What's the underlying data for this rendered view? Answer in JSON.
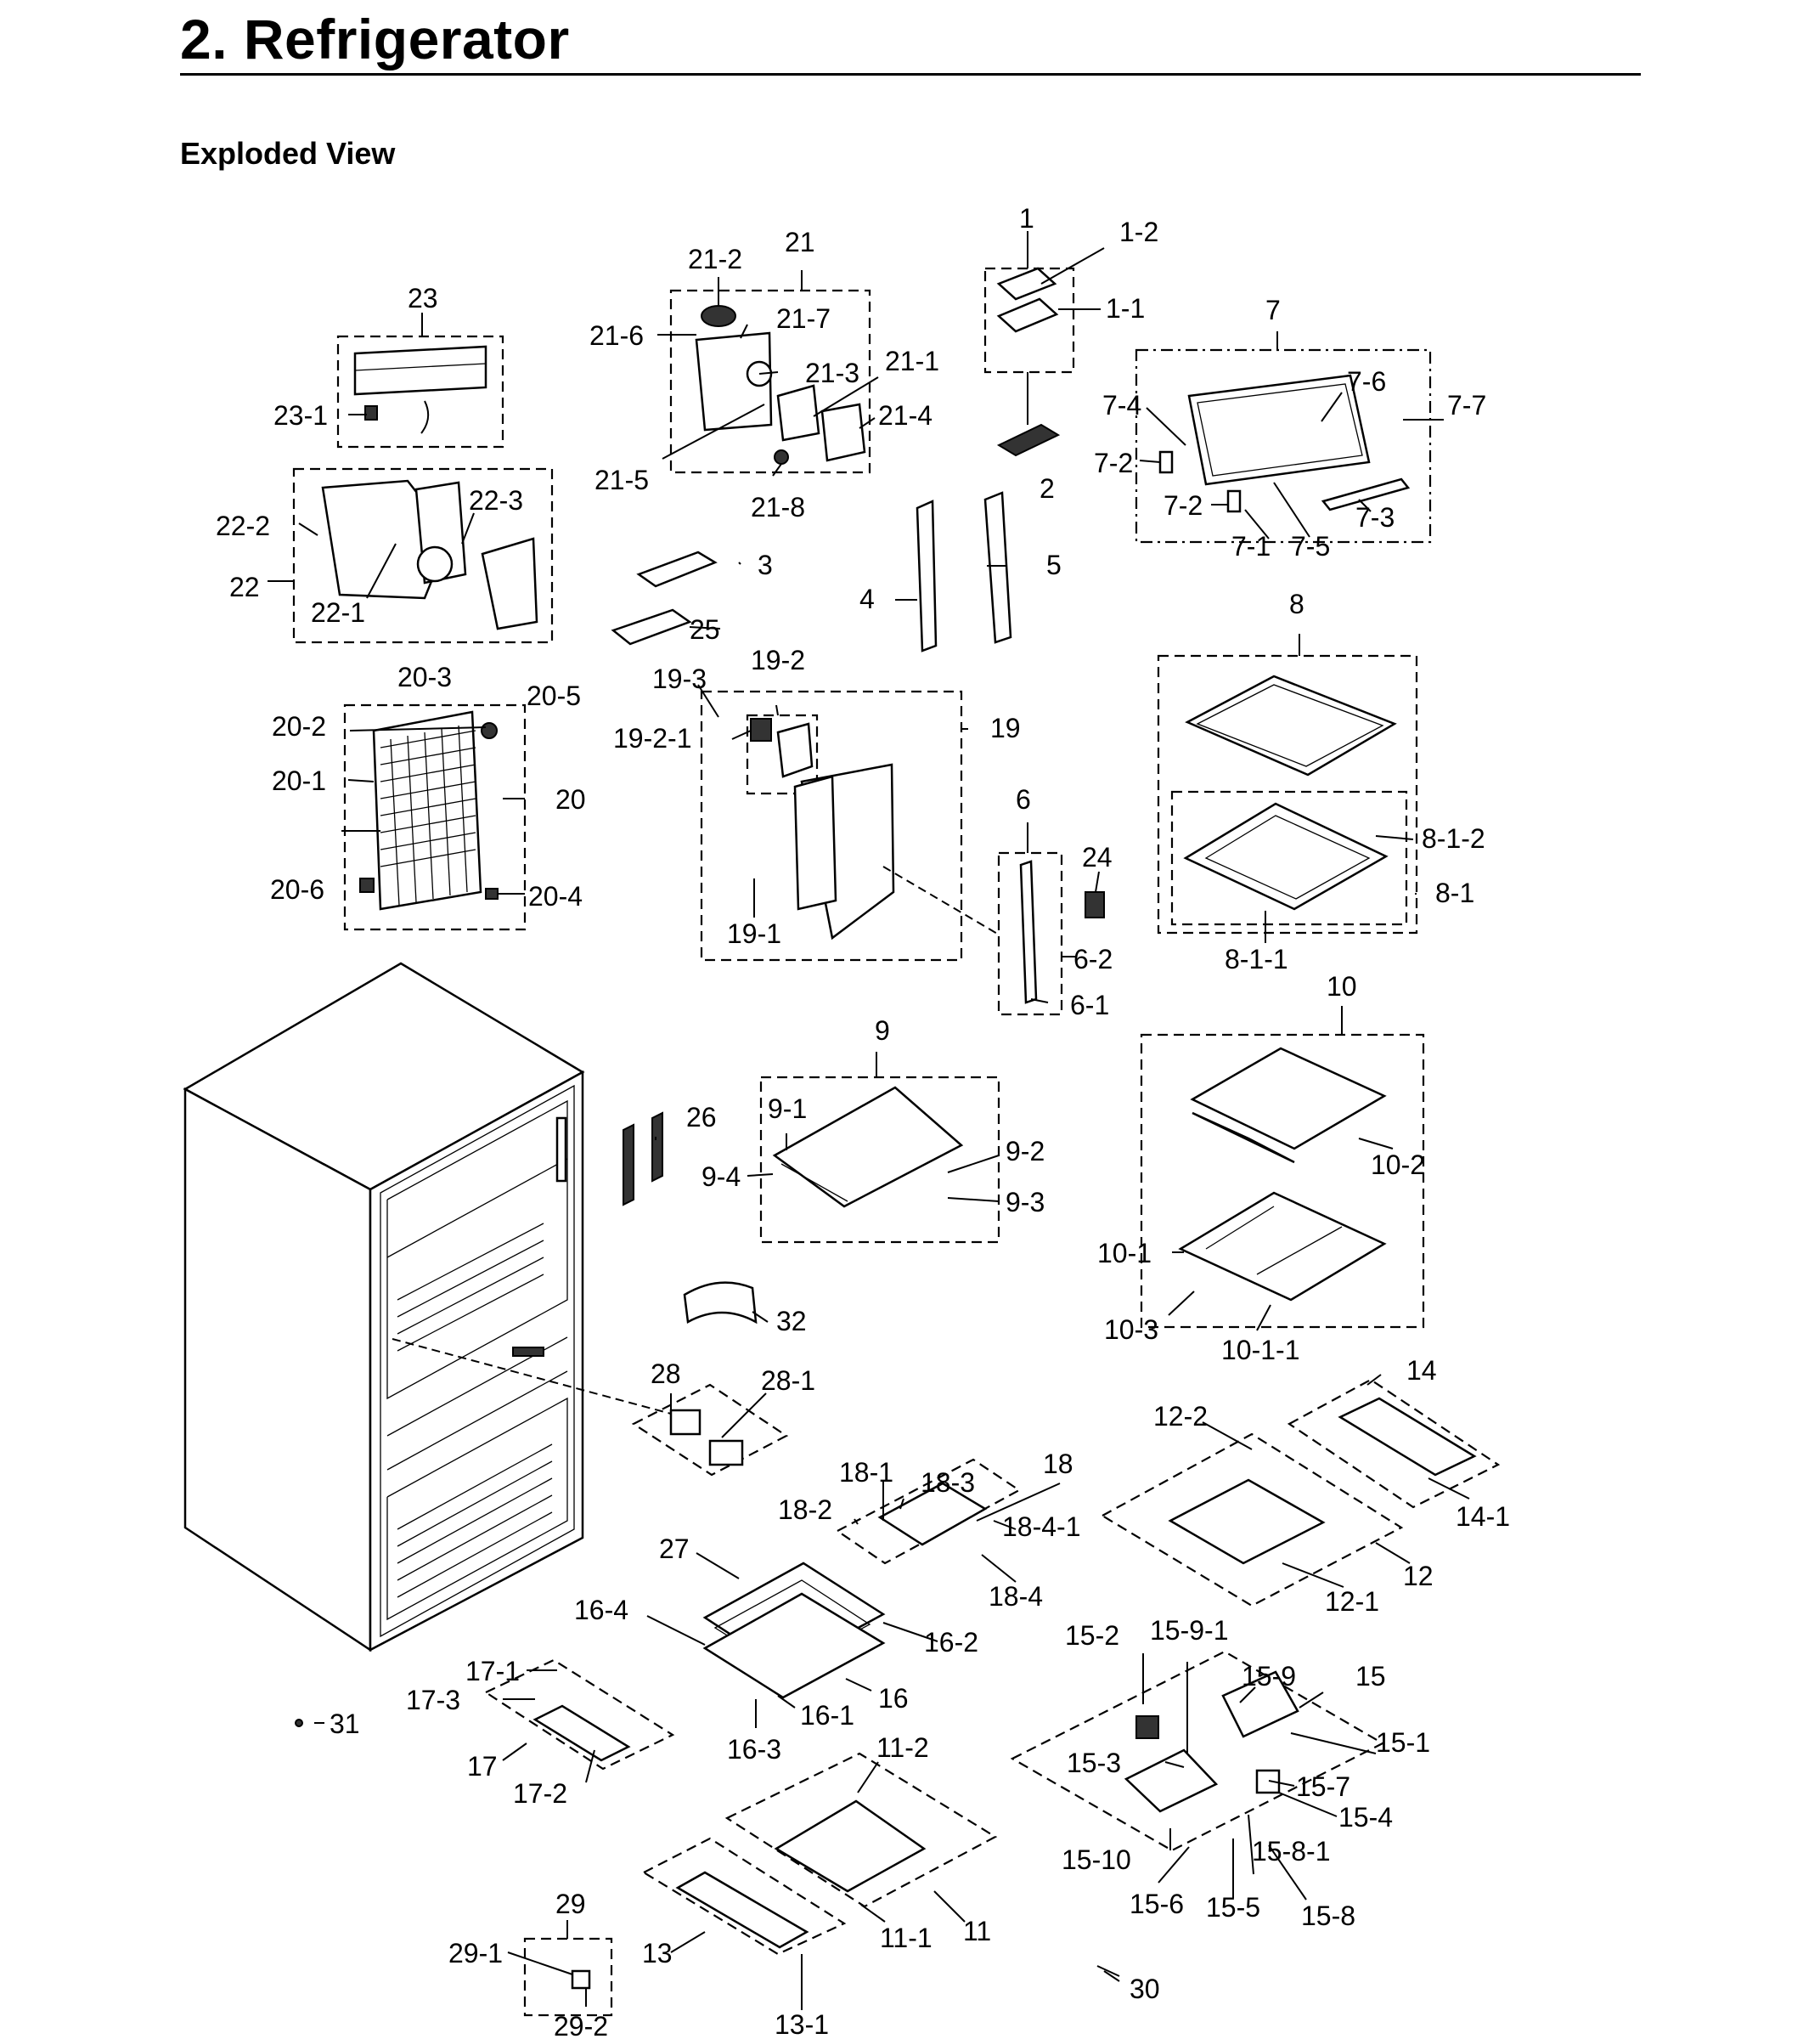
{
  "header": {
    "title": "2.  Refrigerator",
    "subtitle": "Exploded View"
  },
  "labels": {
    "l1": "1",
    "l1_1": "1-1",
    "l1_2": "1-2",
    "l2": "2",
    "l3": "3",
    "l4": "4",
    "l5": "5",
    "l6": "6",
    "l6_1": "6-1",
    "l6_2": "6-2",
    "l7": "7",
    "l7_1": "7-1",
    "l7_2a": "7-2",
    "l7_2b": "7-2",
    "l7_3": "7-3",
    "l7_4": "7-4",
    "l7_5": "7-5",
    "l7_6": "7-6",
    "l7_7": "7-7",
    "l8": "8",
    "l8_1": "8-1",
    "l8_1_1": "8-1-1",
    "l8_1_2": "8-1-2",
    "l9": "9",
    "l9_1": "9-1",
    "l9_2": "9-2",
    "l9_3": "9-3",
    "l9_4": "9-4",
    "l10": "10",
    "l10_1": "10-1",
    "l10_1_1": "10-1-1",
    "l10_2": "10-2",
    "l10_3": "10-3",
    "l11": "11",
    "l11_1": "11-1",
    "l11_2": "11-2",
    "l12": "12",
    "l12_1": "12-1",
    "l12_2": "12-2",
    "l13": "13",
    "l13_1": "13-1",
    "l14": "14",
    "l14_1": "14-1",
    "l15": "15",
    "l15_1": "15-1",
    "l15_2": "15-2",
    "l15_3": "15-3",
    "l15_4": "15-4",
    "l15_5": "15-5",
    "l15_6": "15-6",
    "l15_7": "15-7",
    "l15_8": "15-8",
    "l15_8_1": "15-8-1",
    "l15_9": "15-9",
    "l15_9_1": "15-9-1",
    "l15_10": "15-10",
    "l16": "16",
    "l16_1": "16-1",
    "l16_2": "16-2",
    "l16_3": "16-3",
    "l16_4": "16-4",
    "l17": "17",
    "l17_1": "17-1",
    "l17_2": "17-2",
    "l17_3": "17-3",
    "l18": "18",
    "l18_1": "18-1",
    "l18_2": "18-2",
    "l18_3": "18-3",
    "l18_4": "18-4",
    "l18_4_1": "18-4-1",
    "l19": "19",
    "l19_1": "19-1",
    "l19_2": "19-2",
    "l19_2_1": "19-2-1",
    "l19_3": "19-3",
    "l20": "20",
    "l20_1": "20-1",
    "l20_2": "20-2",
    "l20_3": "20-3",
    "l20_4": "20-4",
    "l20_5": "20-5",
    "l20_6": "20-6",
    "l21": "21",
    "l21_1": "21-1",
    "l21_2": "21-2",
    "l21_3": "21-3",
    "l21_4": "21-4",
    "l21_5": "21-5",
    "l21_6": "21-6",
    "l21_7": "21-7",
    "l21_8": "21-8",
    "l22": "22",
    "l22_1": "22-1",
    "l22_2": "22-2",
    "l22_3": "22-3",
    "l23": "23",
    "l23_1": "23-1",
    "l24": "24",
    "l25": "25",
    "l26": "26",
    "l27": "27",
    "l28": "28",
    "l28_1": "28-1",
    "l29": "29",
    "l29_1": "29-1",
    "l29_2": "29-2",
    "l30": "30",
    "l31": "31",
    "l32": "32"
  }
}
